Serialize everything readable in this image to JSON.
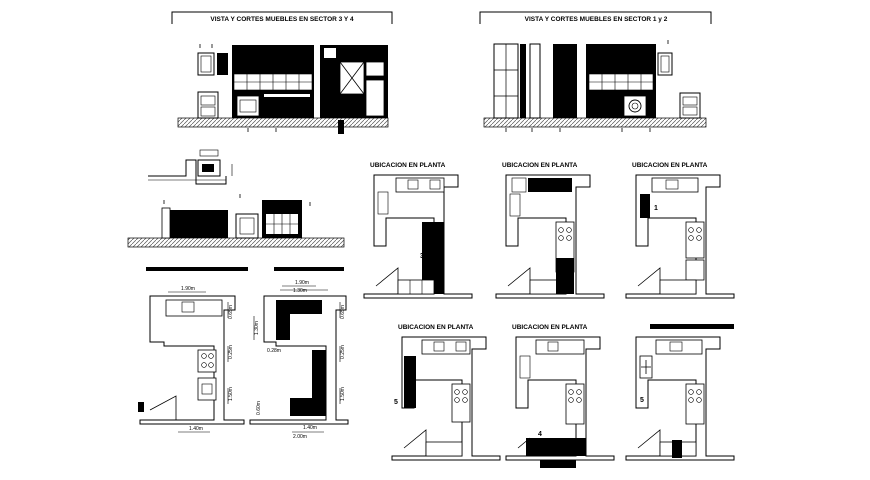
{
  "titles": {
    "sector_3_4": "VISTA Y CORTES MUEBLES EN SECTOR 3 Y 4",
    "sector_1_2": "VISTA Y CORTES MUEBLES EN SECTOR 1 y 2"
  },
  "plan_headings": {
    "p1": "UBICACION EN PLANTA",
    "p2": "UBICACION EN PLANTA",
    "p3": "UBICACION EN PLANTA",
    "p4": "UBICACION EN PLANTA",
    "p5": "UBICACION EN PLANTA"
  },
  "dimensions": {
    "a_top": "1.90m",
    "a_right_top": "0.65m",
    "a_right_mid": "0.25m",
    "a_right_bottom": "1.50m",
    "a_bottom": "1.40m",
    "b_top1": "1.90m",
    "b_top2": "1.30m",
    "b_left_top": "1.30m",
    "b_left_mid": "0.28m",
    "b_right_top": "0.65m",
    "b_right_mid": "0.25m",
    "b_right_bottom": "1.50m",
    "b_left_bottom": "0.60m",
    "b_bottom1": "1.40m",
    "b_bottom2": "2.00m"
  },
  "sector_numbers": {
    "n3": "3",
    "n1": "1",
    "n5a": "5",
    "n4": "4",
    "n5b": "5"
  }
}
